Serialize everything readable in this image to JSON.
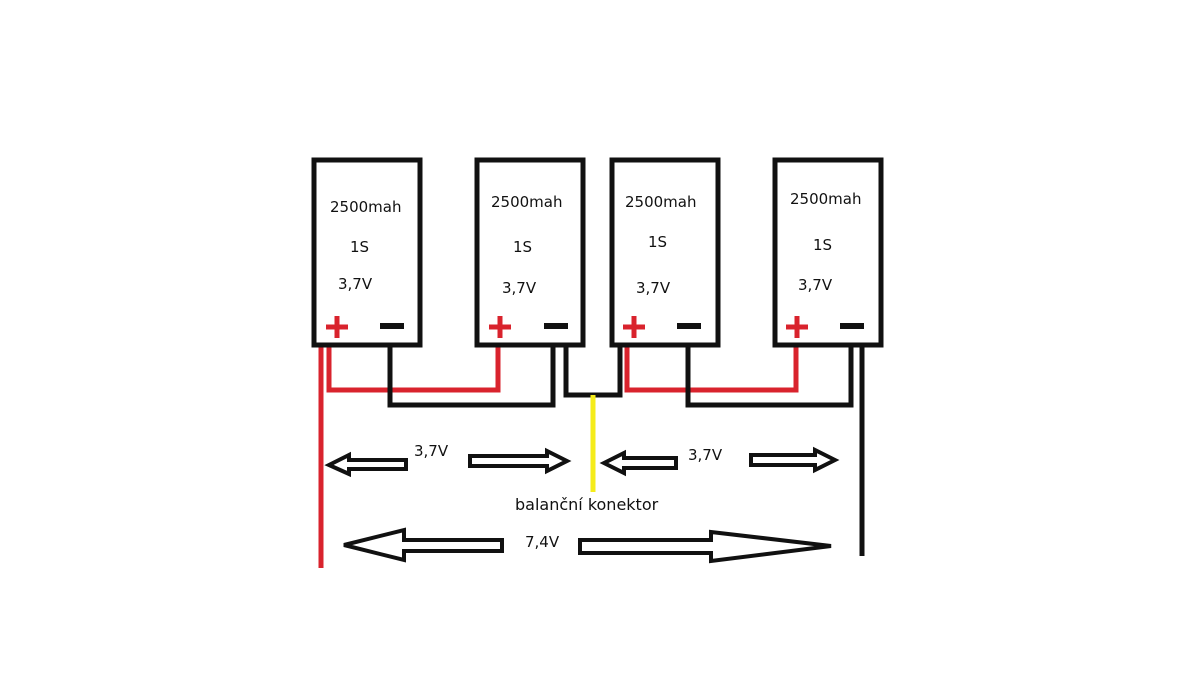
{
  "colors": {
    "positive": "#d9232d",
    "negative": "#111111",
    "balance": "#f5ec1a",
    "background": "#ffffff"
  },
  "cells": [
    {
      "capacity": "2500mah",
      "config": "1S",
      "voltage": "3,7V"
    },
    {
      "capacity": "2500mah",
      "config": "1S",
      "voltage": "3,7V"
    },
    {
      "capacity": "2500mah",
      "config": "1S",
      "voltage": "3,7V"
    },
    {
      "capacity": "2500mah",
      "config": "1S",
      "voltage": "3,7V"
    }
  ],
  "labels": {
    "left_pair_voltage": "3,7V",
    "right_pair_voltage": "3,7V",
    "balance_connector": "balanční konektor",
    "total_voltage": "7,4V"
  },
  "icons": {
    "positive": "plus-icon",
    "negative": "minus-icon",
    "arrow": "arrow-icon"
  }
}
